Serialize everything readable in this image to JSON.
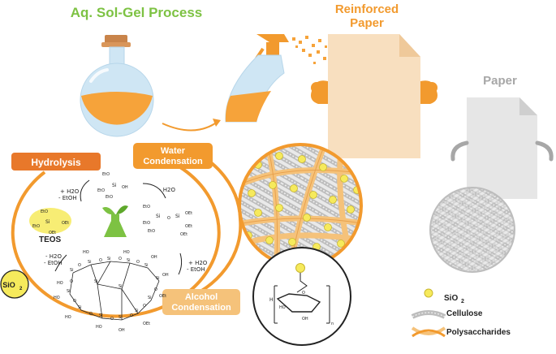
{
  "title_sol_gel": "Aq. Sol-Gel Process",
  "title_reinforced_line1": "Reinforced",
  "title_reinforced_line2": "Paper",
  "title_paper": "Paper",
  "steps": {
    "hydrolysis": "Hydrolysis",
    "water_condensation_line1": "Water",
    "water_condensation_line2": "Condensation",
    "alcohol_condensation_line1": "Alcohol",
    "alcohol_condensation_line2": "Condensation"
  },
  "reagents": {
    "hydrolysis_top": "+ H2O",
    "hydrolysis_bottom": "- EtOH",
    "water_cond": "- H2O",
    "alcohol_top": "+ H2O",
    "alcohol_bottom": "- EtOH",
    "final_top": "- H2O",
    "final_bottom": "- EtOH"
  },
  "teos_label": "TEOS",
  "sio2_badge": "SiO",
  "sio2_sub": "2",
  "legend": {
    "sio2": "SiO",
    "sio2_sub": "2",
    "cellulose": "Cellulose",
    "polysaccharides": "Polysaccharides"
  },
  "colors": {
    "green": "#7dc243",
    "orange": "#f29a2e",
    "orange_dark": "#e8782a",
    "light_orange": "#f5c27a",
    "yellow": "#f6ea5c",
    "paper_beige": "#f8dfbf",
    "paper_grey": "#e6e6e6",
    "grey_dark": "#a7a7a7",
    "glass": "#cfe6f4"
  }
}
